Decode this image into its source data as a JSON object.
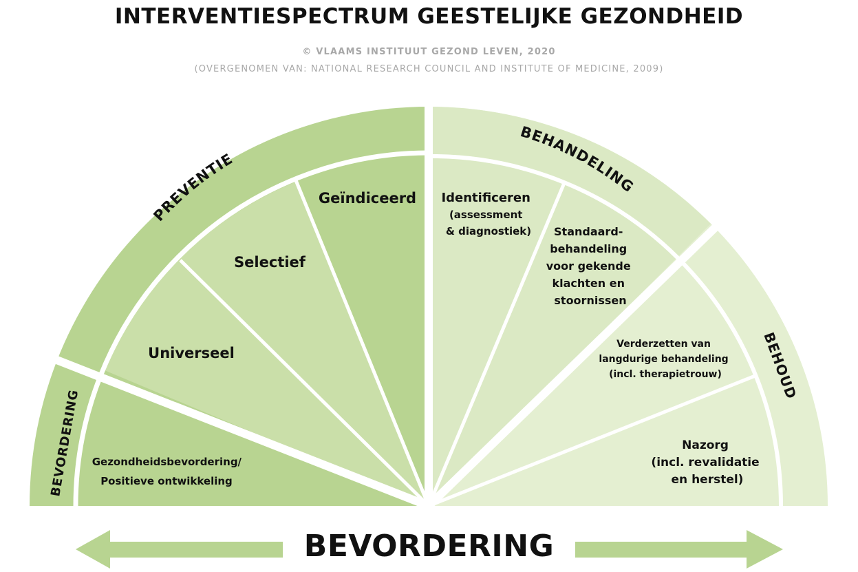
{
  "title": "INTERVENTIESPECTRUM GEESTELIJKE GEZONDHEID",
  "copyright": "© VLAAMS INSTITUUT GEZOND LEVEN, 2020",
  "source": "(OVERGENOMEN VAN: NATIONAL RESEARCH COUNCIL AND INSTITUTE OF MEDICINE, 2009)",
  "colors": {
    "dark_green": "#b8d491",
    "mid_green": "#cadfa9",
    "light_green": "#dbe9c4",
    "lightest_green": "#e4efd1"
  },
  "bands": {
    "bevordering": "BEVORDERING",
    "preventie": "PREVENTIE",
    "behandeling": "BEHANDELING",
    "behoud": "BEHOUD"
  },
  "segments": {
    "gezondheidsbevordering": [
      "Gezondheidsbevordering/",
      "Positieve ontwikkeling"
    ],
    "universeel": "Universeel",
    "selectief": "Selectief",
    "geindiceerd": "Geïndiceerd",
    "identificeren": [
      "Identificeren",
      "(assessment",
      "& diagnostiek)"
    ],
    "standaard": [
      "Standaard-",
      "behandeling",
      "voor gekende",
      "klachten en",
      "stoornissen"
    ],
    "verderzetten": [
      "Verderzetten van",
      "langdurige behandeling",
      "(incl. therapietrouw)"
    ],
    "nazorg": [
      "Nazorg",
      "(incl. revalidatie",
      "en herstel)"
    ]
  },
  "arrow_label": "BEVORDERING"
}
